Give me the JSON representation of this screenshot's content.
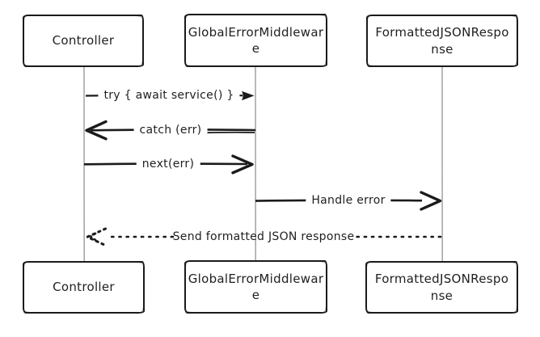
{
  "diagram": {
    "type": "sequence",
    "participants": [
      {
        "id": "controller",
        "label": "Controller"
      },
      {
        "id": "middleware",
        "label": "GlobalErrorMiddlewar\ne"
      },
      {
        "id": "response",
        "label": "FormattedJSONRespo\nnse"
      }
    ],
    "messages": [
      {
        "from": "controller",
        "to": "middleware",
        "label": "try { await service() }",
        "line": "solid",
        "arrowhead": "small-filled-right"
      },
      {
        "from": "middleware",
        "to": "controller",
        "label": "catch (err)",
        "line": "solid",
        "arrowhead": "open-chevron-left"
      },
      {
        "from": "controller",
        "to": "middleware",
        "label": "next(err)",
        "line": "solid",
        "arrowhead": "open-chevron-right"
      },
      {
        "from": "middleware",
        "to": "response",
        "label": "Handle error",
        "line": "solid",
        "arrowhead": "open-chevron-right"
      },
      {
        "from": "response",
        "to": "controller",
        "label": "Send formatted JSON response",
        "line": "dotted",
        "arrowhead": "dotted-chevron-left"
      }
    ],
    "colors": {
      "stroke": "#1b1b1b",
      "lifeline": "#9b9b9b",
      "background": "#ffffff",
      "text": "#1f1f1f"
    }
  }
}
